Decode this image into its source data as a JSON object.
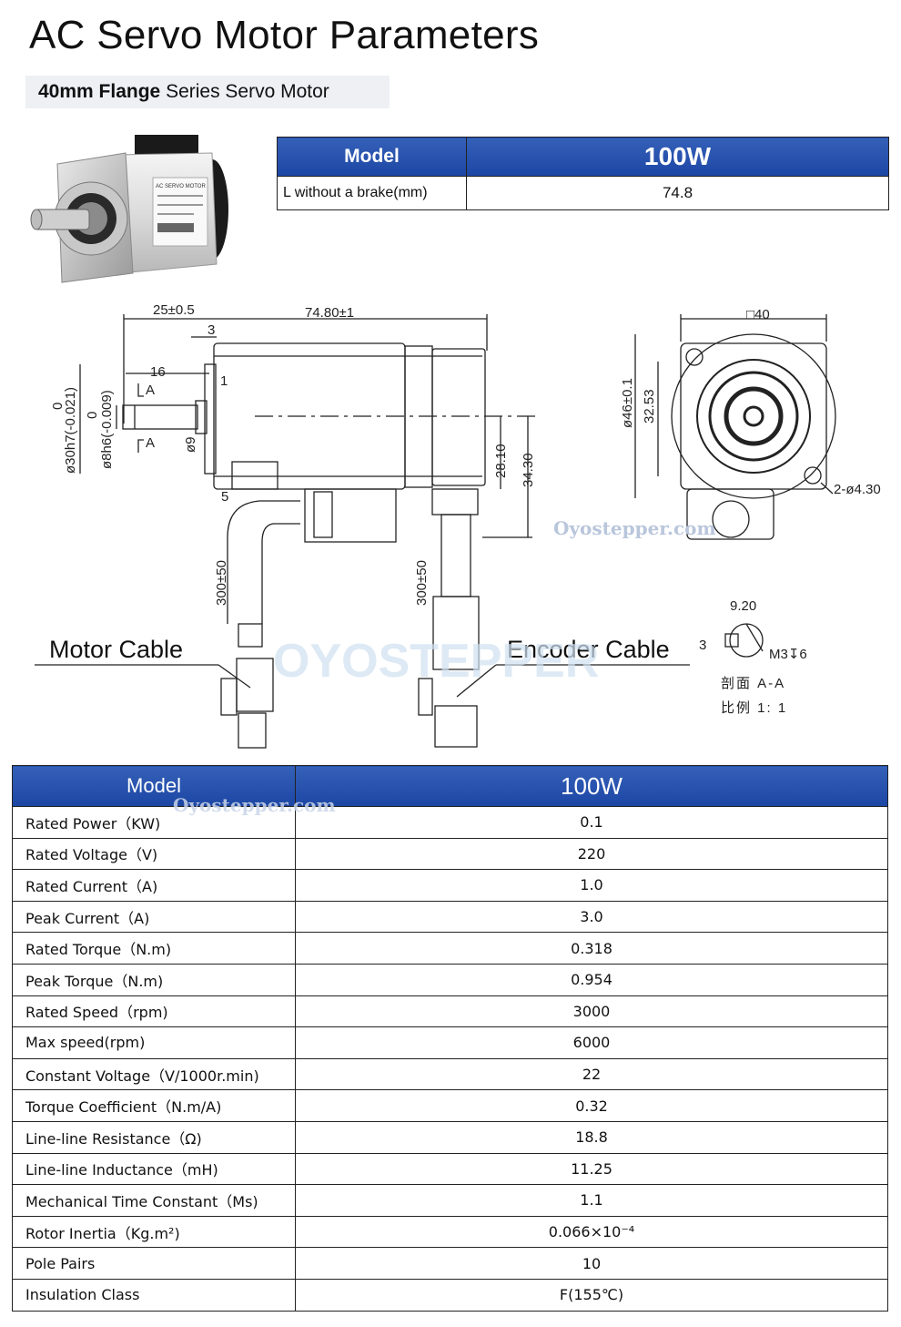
{
  "header": {
    "title": "AC Servo Motor Parameters",
    "subtitle_bold": "40mm Flange",
    "subtitle_rest": "Series Servo Motor"
  },
  "summary_table": {
    "col_model": "Model",
    "col_value": "100W",
    "row_label": "L without a brake(mm)",
    "row_value": "74.8"
  },
  "motor_label": {
    "line1": "AC SERVO MOTOR"
  },
  "drawing": {
    "dims": {
      "flange_len": "25±0.5",
      "body_len": "74.80±1",
      "d3": "3",
      "d16": "16",
      "d1": "1",
      "d5": "5",
      "shaft_d": "ø8h6(-0.009)",
      "shaft_zero": "0",
      "spigot_d": "ø30h7(-0.021)",
      "spigot_zero": "0",
      "d9": "ø9",
      "h28": "28.10",
      "h34": "34.30",
      "cable1": "300±50",
      "cable2": "300±50",
      "square": "□40",
      "pcd": "ø46±0.1",
      "h32": "32.53",
      "holes": "2-ø4.30",
      "key_w": "9.20",
      "key_h": "3",
      "thread": "M3↧6",
      "section": "剖面 A-A",
      "scale": "比例 1: 1",
      "sec_a": "A"
    },
    "motor_cable": "Motor Cable",
    "encoder_cable": "Encoder Cable",
    "watermark_small": "Oyostepper.com",
    "watermark_big": "OYOSTEPPER"
  },
  "spec_table": {
    "col_model": "Model",
    "col_value": "100W",
    "rows": [
      {
        "label": "Rated Power（KW)",
        "value": "0.1"
      },
      {
        "label": "Rated Voltage（V)",
        "value": "220"
      },
      {
        "label": "Rated Current（A)",
        "value": "1.0"
      },
      {
        "label": "Peak Current（A)",
        "value": "3.0"
      },
      {
        "label": "Rated Torque（N.m)",
        "value": "0.318"
      },
      {
        "label": "Peak Torque（N.m)",
        "value": "0.954"
      },
      {
        "label": "Rated Speed（rpm)",
        "value": "3000"
      },
      {
        "label": "Max speed(rpm)",
        "value": "6000"
      },
      {
        "label": "Constant Voltage（V/1000r.min)",
        "value": "22"
      },
      {
        "label": "Torque Coefficient（N.m/A)",
        "value": "0.32"
      },
      {
        "label": "Line-line Resistance（Ω)",
        "value": "18.8"
      },
      {
        "label": "Line-line Inductance（mH)",
        "value": "11.25"
      },
      {
        "label": "Mechanical Time Constant（Ms)",
        "value": "1.1"
      },
      {
        "label": "Rotor Inertia（Kg.m²)",
        "value": "0.066×10⁻⁴"
      },
      {
        "label": "Pole Pairs",
        "value": "10"
      },
      {
        "label": "Insulation Class",
        "value": "F(155℃)"
      }
    ]
  }
}
